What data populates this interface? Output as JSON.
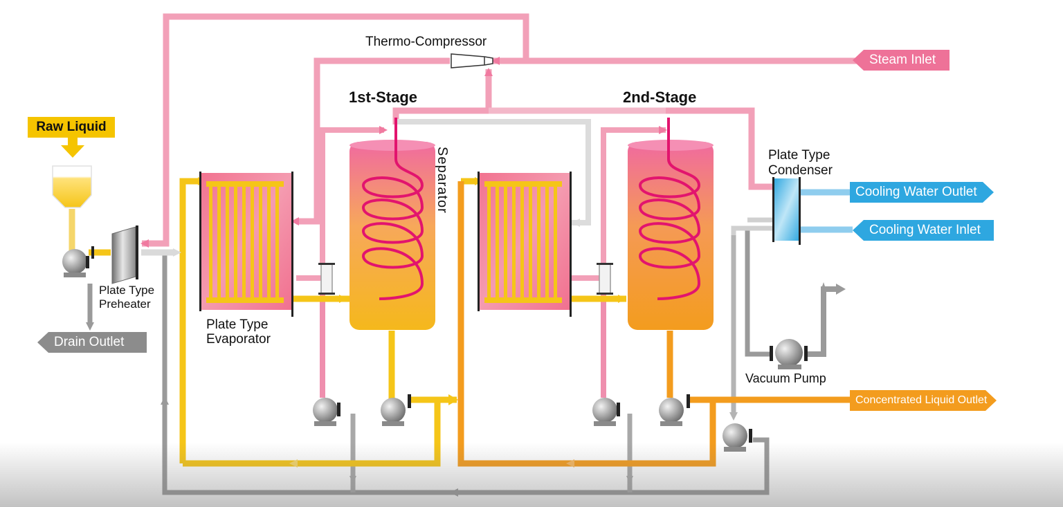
{
  "labels": {
    "thermo_compressor": "Thermo-Compressor",
    "stage1": "1st-Stage",
    "stage2": "2nd-Stage",
    "separator": "Separator",
    "raw_liquid": "Raw Liquid",
    "preheater_line1": "Plate Type",
    "preheater_line2": "Preheater",
    "evaporator_line1": "Plate Type",
    "evaporator_line2": "Evaporator",
    "condenser_line1": "Plate Type",
    "condenser_line2": "Condenser",
    "vacuum_pump": "Vacuum Pump"
  },
  "tags": {
    "steam_inlet": "Steam Inlet",
    "cooling_water_outlet": "Cooling Water Outlet",
    "cooling_water_inlet": "Cooling Water Inlet",
    "concentrated_liquid_outlet": "Concentrated Liquid Outlet",
    "drain_outlet": "Drain Outlet"
  },
  "colors": {
    "steam": "#f07aa0",
    "steam_dark": "#e8447e",
    "liquid": "#f5c518",
    "liquid_orange": "#f39c1e",
    "cooling": "#2ea7e0",
    "drain": "#999999",
    "raw_liquid_tag": "#f5c400",
    "coil": "#e2146e"
  }
}
